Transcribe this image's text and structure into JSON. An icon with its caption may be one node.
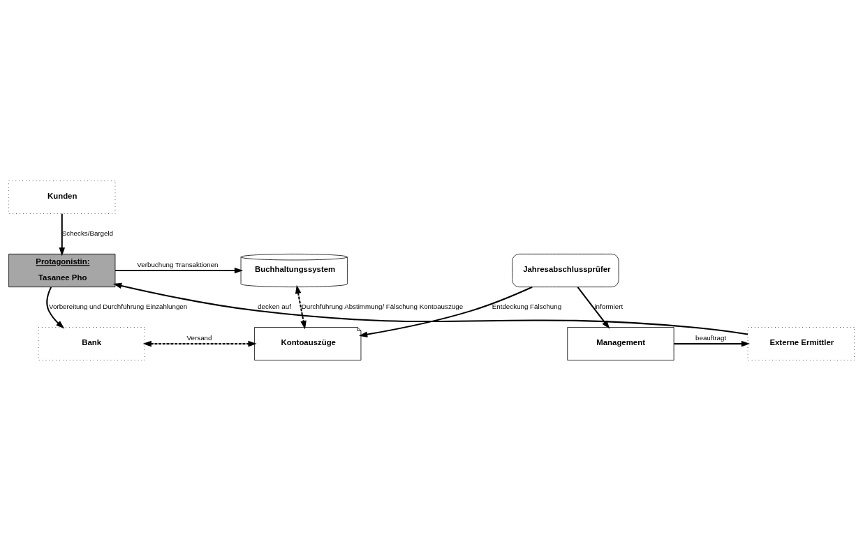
{
  "diagram": {
    "nodes": [
      {
        "text": [
          "Kunden"
        ]
      },
      {
        "text": [
          "Protagonistin:",
          "Tasanee Pho"
        ]
      },
      {
        "text": [
          "Buchhaltungssystem"
        ]
      },
      {
        "text": [
          "Jahresabschlussprüfer"
        ]
      },
      {
        "text": [
          "Bank"
        ]
      },
      {
        "text": [
          "Kontoauszüge"
        ]
      },
      {
        "text": [
          "Externe Ermittler"
        ]
      },
      {
        "text": [
          "Management"
        ]
      }
    ],
    "edges": [
      {
        "from": 0,
        "to": 1,
        "arrow": "to",
        "label": "Schecks/Bargeld"
      },
      {
        "from": 1,
        "to": 2,
        "arrow": "to",
        "label": "Verbuchung Transaktionen"
      },
      {
        "from": 1,
        "to": 4,
        "arrow": "to",
        "label": "Vorbereitung und Durchführung Einzahlungen"
      },
      {
        "from": 2,
        "to": 5,
        "arrow": "both",
        "label": "Durchführung Abstimmung/ Fälschung Kontoauszüge",
        "style": "dashed"
      },
      {
        "from": 4,
        "to": 5,
        "arrow": "both",
        "label": "Versand",
        "style": "dashed"
      },
      {
        "from": 3,
        "to": 5,
        "arrow": "to",
        "label": "Entdeckung Fälschung"
      },
      {
        "from": 3,
        "to": 7,
        "arrow": "to",
        "label": "informiert"
      },
      {
        "from": 7,
        "to": 6,
        "arrow": "to",
        "label": "beauftragt"
      },
      {
        "from": 6,
        "to": 1,
        "arrow": "to",
        "label": "decken auf"
      }
    ]
  }
}
